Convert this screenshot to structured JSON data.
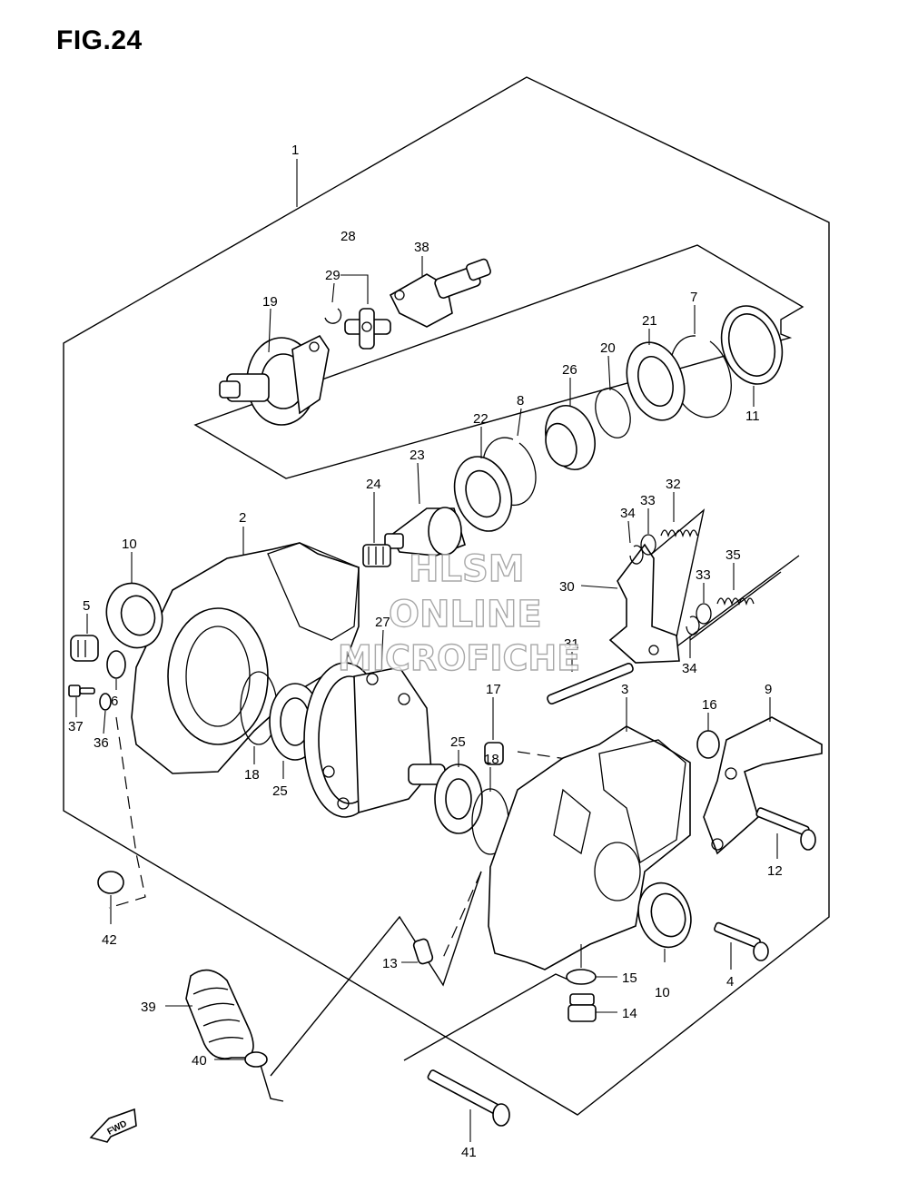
{
  "figure": {
    "title": "FIG.24"
  },
  "watermark": {
    "line1": "HLSM",
    "line2": "ONLINE",
    "line3": "MICROFICHE"
  },
  "direction_marker": "FWD",
  "callouts": [
    {
      "id": "c1",
      "text": "1"
    },
    {
      "id": "c2",
      "text": "2"
    },
    {
      "id": "c3",
      "text": "3"
    },
    {
      "id": "c4",
      "text": "4"
    },
    {
      "id": "c5",
      "text": "5"
    },
    {
      "id": "c6",
      "text": "6"
    },
    {
      "id": "c7",
      "text": "7"
    },
    {
      "id": "c8",
      "text": "8"
    },
    {
      "id": "c9",
      "text": "9"
    },
    {
      "id": "c10a",
      "text": "10"
    },
    {
      "id": "c10b",
      "text": "10"
    },
    {
      "id": "c11",
      "text": "11"
    },
    {
      "id": "c12",
      "text": "12"
    },
    {
      "id": "c13",
      "text": "13"
    },
    {
      "id": "c14",
      "text": "14"
    },
    {
      "id": "c15",
      "text": "15"
    },
    {
      "id": "c16",
      "text": "16"
    },
    {
      "id": "c17",
      "text": "17"
    },
    {
      "id": "c18a",
      "text": "18"
    },
    {
      "id": "c18b",
      "text": "18"
    },
    {
      "id": "c19",
      "text": "19"
    },
    {
      "id": "c20",
      "text": "20"
    },
    {
      "id": "c21",
      "text": "21"
    },
    {
      "id": "c22",
      "text": "22"
    },
    {
      "id": "c23",
      "text": "23"
    },
    {
      "id": "c24",
      "text": "24"
    },
    {
      "id": "c25a",
      "text": "25"
    },
    {
      "id": "c25b",
      "text": "25"
    },
    {
      "id": "c26",
      "text": "26"
    },
    {
      "id": "c27",
      "text": "27"
    },
    {
      "id": "c28",
      "text": "28"
    },
    {
      "id": "c29",
      "text": "29"
    },
    {
      "id": "c30",
      "text": "30"
    },
    {
      "id": "c31",
      "text": "31"
    },
    {
      "id": "c32",
      "text": "32"
    },
    {
      "id": "c33a",
      "text": "33"
    },
    {
      "id": "c33b",
      "text": "33"
    },
    {
      "id": "c34a",
      "text": "34"
    },
    {
      "id": "c34b",
      "text": "34"
    },
    {
      "id": "c35",
      "text": "35"
    },
    {
      "id": "c36",
      "text": "36"
    },
    {
      "id": "c37",
      "text": "37"
    },
    {
      "id": "c38",
      "text": "38"
    },
    {
      "id": "c39",
      "text": "39"
    },
    {
      "id": "c40",
      "text": "40"
    },
    {
      "id": "c41",
      "text": "41"
    },
    {
      "id": "c42",
      "text": "42"
    }
  ]
}
